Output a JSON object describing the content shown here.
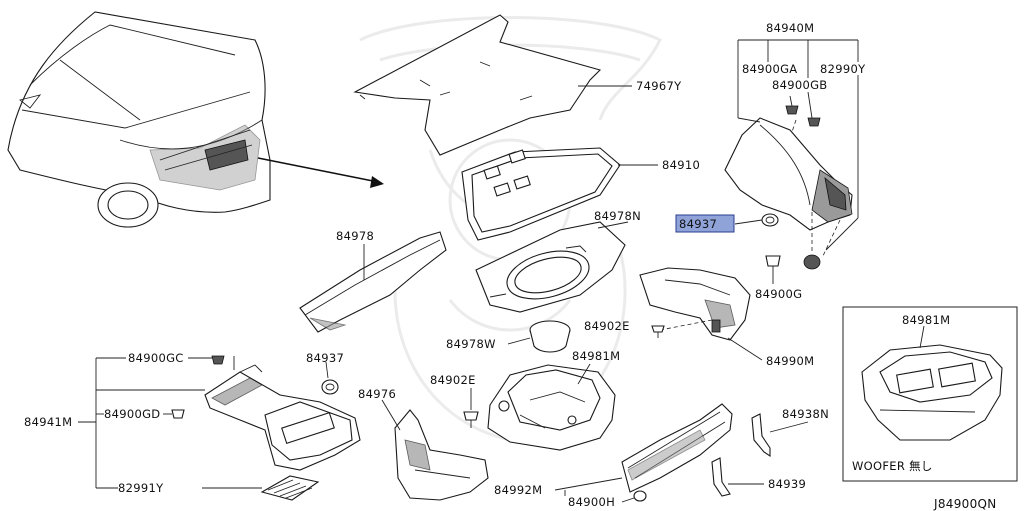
{
  "diagram_code": "J84900QN",
  "callouts": {
    "p84940M": "84940M",
    "p84900GA": "84900GA",
    "p84900GB": "84900GB",
    "p82990Y": "82990Y",
    "p74967Y": "74967Y",
    "p84910": "84910",
    "p84978N": "84978N",
    "p84978": "84978",
    "p84937_selected": "84937",
    "p84900G": "84900G",
    "p84902E_top": "84902E",
    "p84990M": "84990M",
    "p84978W": "84978W",
    "p84981M": "84981M",
    "p84900GC": "84900GC",
    "p84937": "84937",
    "p84941M": "84941M",
    "p84900GD": "84900GD",
    "p84976": "84976",
    "p84902E": "84902E",
    "p84938N": "84938N",
    "p82991Y": "82991Y",
    "p84992M": "84992M",
    "p84900H": "84900H",
    "p84939": "84939"
  },
  "inset": {
    "part_label": "84981M",
    "note": "WOOFER 無し"
  },
  "selected_part": "84937",
  "colors": {
    "highlight_fill": "#8fa3d9",
    "highlight_stroke": "#2a3d8f",
    "line": "#222222"
  }
}
